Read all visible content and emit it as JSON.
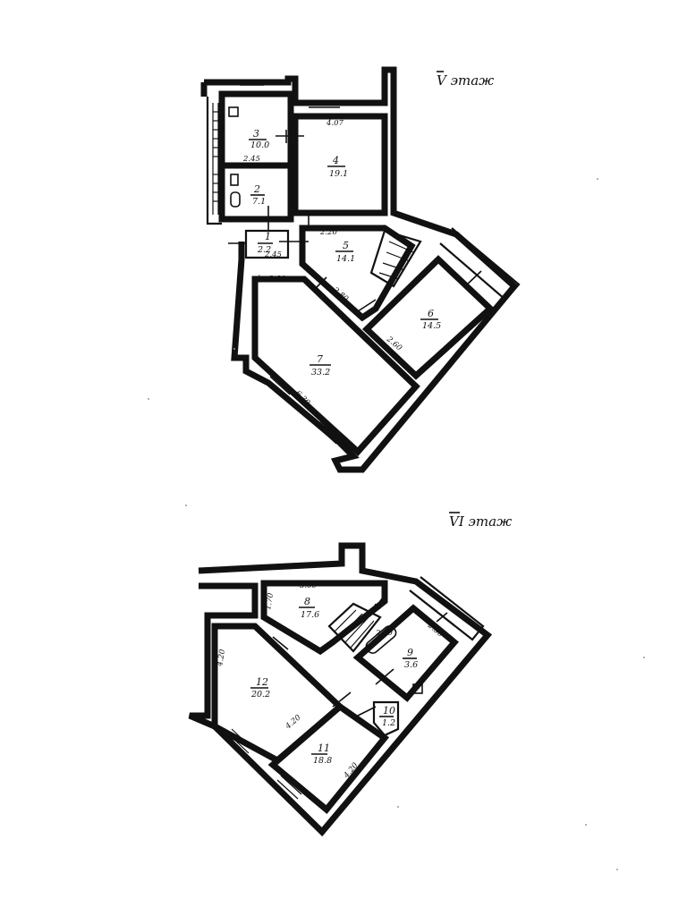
{
  "floors": [
    {
      "label": "V этаж",
      "rooms": [
        {
          "number": "1",
          "area": "2.2"
        },
        {
          "number": "2",
          "area": "7.1"
        },
        {
          "number": "3",
          "area": "10.0"
        },
        {
          "number": "4",
          "area": "19.1"
        },
        {
          "number": "5",
          "area": "14.1"
        },
        {
          "number": "6",
          "area": "14.5"
        },
        {
          "number": "7",
          "area": "33.2"
        }
      ],
      "dimensions": [
        "4.07",
        "2.45",
        "2.20",
        "2.45",
        "h=2.80",
        "2.80",
        "2.60",
        "6.30"
      ]
    },
    {
      "label": "VI этаж",
      "rooms": [
        {
          "number": "8",
          "area": "17.6"
        },
        {
          "number": "9",
          "area": "3.6"
        },
        {
          "number": "10",
          "area": "1.2"
        },
        {
          "number": "11",
          "area": "18.8"
        },
        {
          "number": "12",
          "area": "20.2"
        }
      ],
      "dimensions": [
        "3.00",
        "1.70",
        "2.50",
        "2.30",
        "4.20",
        "4.20",
        "4.20"
      ]
    }
  ]
}
